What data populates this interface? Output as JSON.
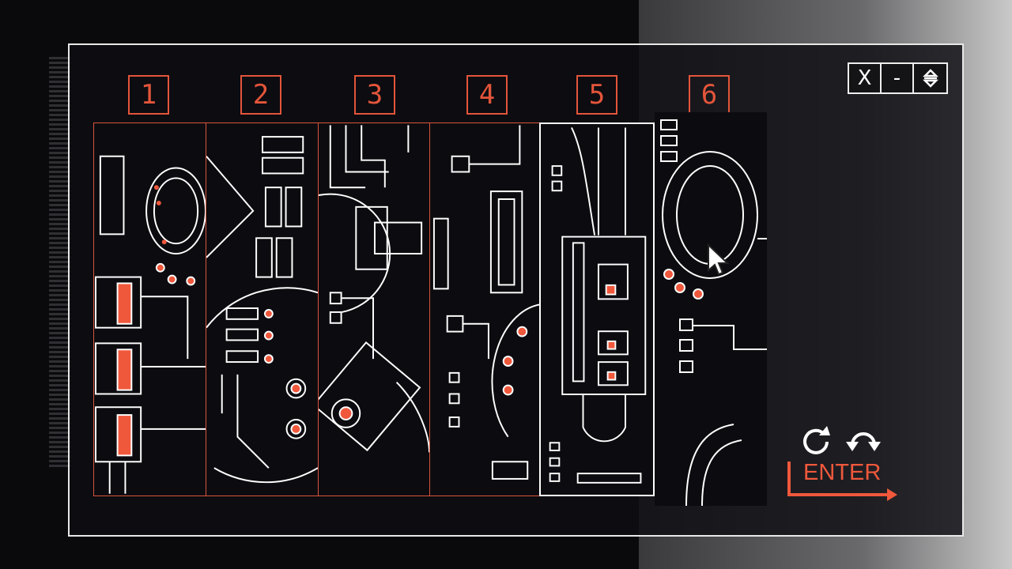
{
  "window_controls": {
    "close": "X",
    "minimize": "-",
    "toggle": "⇳"
  },
  "panels": [
    {
      "number": "1",
      "selected": false
    },
    {
      "number": "2",
      "selected": false
    },
    {
      "number": "3",
      "selected": false
    },
    {
      "number": "4",
      "selected": false
    },
    {
      "number": "5",
      "selected": true
    },
    {
      "number": "6",
      "selected": false
    }
  ],
  "actions": {
    "rotate_icon": "rotate-clockwise-icon",
    "flip_icon": "flip-icon",
    "enter_label": "ENTER"
  },
  "colors": {
    "accent": "#e4553a",
    "line": "#ffffff",
    "background": "#0c0c10"
  }
}
